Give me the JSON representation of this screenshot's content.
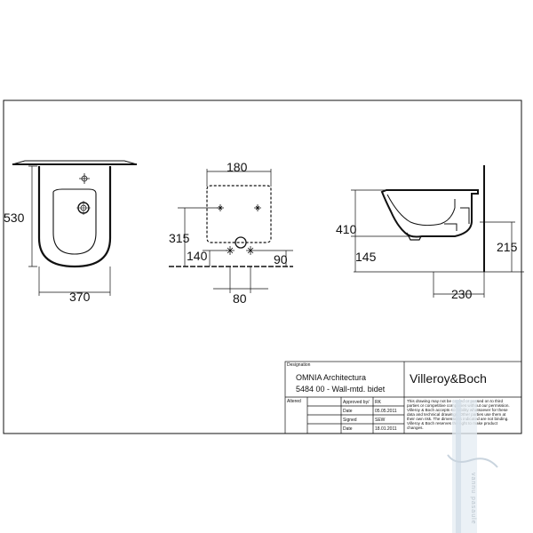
{
  "dimensions": {
    "front_height": "530",
    "front_width": "370",
    "mount_top_width": "180",
    "mount_height_left": "315",
    "mount_side_left": "140",
    "mount_side_right": "90",
    "mount_bottom": "80",
    "side_height": "410",
    "side_lower": "145",
    "side_right_height": "215",
    "side_depth": "230"
  },
  "title_block": {
    "designation_label": "Designation",
    "product_name": "OMNIA Architectura",
    "product_code": "5484 00 - Wall-mtd. bidet",
    "brand": "Villeroy&Boch",
    "altered_label": "Altered",
    "approved_label": "Approved by/",
    "approved_value": "RK",
    "date_label_1": "Date",
    "date_value_1": "05.05.2011",
    "signed_label": "Signed",
    "signed_value": "SEW",
    "date_label_2": "Date",
    "date_value_2": "18.01.2011",
    "notice_lines": [
      "This drawing may not be copied or passed on to third",
      "parties or competitive companies without our permission.",
      "Villeroy & Boch accepts no liability whatsoever for these",
      "data and technical drawings. Other parties use them at",
      "their own risk. The dimensions indicated are not binding.",
      "Villeroy & Boch reserves the right to make product",
      "changes."
    ]
  },
  "watermark": "vannu pasaule"
}
